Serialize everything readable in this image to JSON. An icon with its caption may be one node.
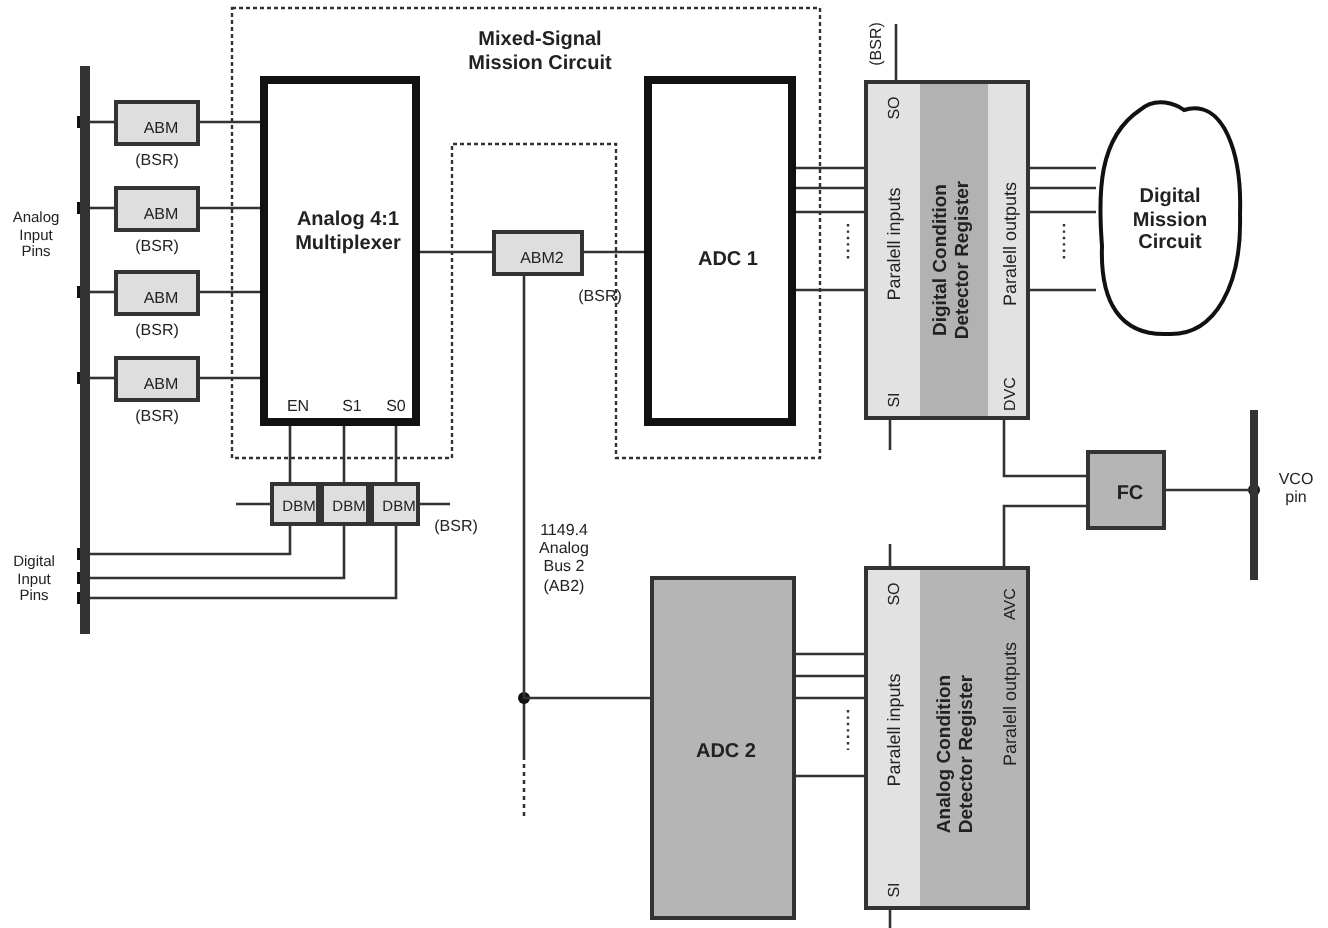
{
  "diagram": {
    "nodes": [
      {
        "text": [
          "Mixed-Signal Mission Circuit"
        ]
      },
      {
        "text": [
          "ABM"
        ],
        "beside": [
          "(BSR)"
        ]
      },
      {
        "text": [
          "ABM"
        ],
        "beside": [
          "(BSR)"
        ]
      },
      {
        "text": [
          "ABM"
        ],
        "beside": [
          "(BSR)"
        ]
      },
      {
        "text": [
          "ABM"
        ],
        "beside": [
          "(BSR)"
        ]
      },
      {
        "text": [
          "Analog 4:1 Multiplexer",
          "EN",
          "S1",
          "S0"
        ],
        "in": 0
      },
      {
        "text": [
          "ABM2"
        ],
        "beside": [
          "(BSR)"
        ]
      },
      {
        "text": [
          "ADC 1"
        ],
        "in": 0
      },
      {
        "text": [
          "Paralell inputs",
          "Digital Condition Detector Register",
          "Paralell outputs",
          "SO",
          "SI",
          "DVC"
        ],
        "beside": [
          "(BSR)"
        ]
      },
      {
        "text": [
          "Digital Mission Circuit"
        ]
      },
      {
        "text": [
          "DBM"
        ]
      },
      {
        "text": [
          "DBM"
        ]
      },
      {
        "text": [
          "DBM"
        ],
        "beside": [
          "(BSR)"
        ]
      },
      {
        "text": [
          "FC"
        ]
      },
      {
        "text": [
          "ADC 2"
        ]
      },
      {
        "text": [
          "Paralell inputs",
          "Analog Condition Detector Register",
          "Paralell outputs",
          "SO",
          "SI",
          "AVC"
        ]
      },
      {
        "text": [],
        "shape": "bar"
      },
      {
        "text": [],
        "shape": "bar"
      }
    ],
    "edges": [
      {
        "from": 16,
        "to": 1,
        "arrow": "none"
      },
      {
        "from": 16,
        "to": 2,
        "arrow": "none"
      },
      {
        "from": 16,
        "to": 3,
        "arrow": "none"
      },
      {
        "from": 16,
        "to": 4,
        "arrow": "none"
      },
      {
        "from": 1,
        "to": 5,
        "arrow": "none"
      },
      {
        "from": 2,
        "to": 5,
        "arrow": "none"
      },
      {
        "from": 3,
        "to": 5,
        "arrow": "none"
      },
      {
        "from": 4,
        "to": 5,
        "arrow": "none"
      },
      {
        "from": 5,
        "to": 6,
        "arrow": "none"
      },
      {
        "from": 6,
        "to": 7,
        "arrow": "none"
      },
      {
        "from": 6,
        "to": 14,
        "arrow": "none"
      },
      {
        "from": 7,
        "to": 8,
        "arrow": "none"
      },
      {
        "from": 7,
        "to": 8,
        "arrow": "none"
      },
      {
        "from": 7,
        "to": 8,
        "arrow": "none"
      },
      {
        "from": 7,
        "to": 8,
        "arrow": "none"
      },
      {
        "from": 8,
        "to": 9,
        "arrow": "none"
      },
      {
        "from": 8,
        "to": 9,
        "arrow": "none"
      },
      {
        "from": 8,
        "to": 9,
        "arrow": "none"
      },
      {
        "from": 8,
        "to": 9,
        "arrow": "none"
      },
      {
        "from": 5,
        "to": 10,
        "arrow": "none"
      },
      {
        "from": 5,
        "to": 11,
        "arrow": "none"
      },
      {
        "from": 5,
        "to": 12,
        "arrow": "none"
      },
      {
        "from": 10,
        "to": 16,
        "arrow": "none"
      },
      {
        "from": 11,
        "to": 16,
        "arrow": "none"
      },
      {
        "from": 12,
        "to": 16,
        "arrow": "none"
      },
      {
        "from": 8,
        "to": 13,
        "arrow": "none"
      },
      {
        "from": 15,
        "to": 13,
        "arrow": "none"
      },
      {
        "from": 13,
        "to": 17,
        "arrow": "none"
      },
      {
        "from": 14,
        "to": 15,
        "arrow": "none"
      },
      {
        "from": 14,
        "to": 15,
        "arrow": "none"
      },
      {
        "from": 14,
        "to": 15,
        "arrow": "none"
      },
      {
        "from": 14,
        "to": 15,
        "arrow": "none"
      }
    ],
    "labels": [
      "Analog Input Pins",
      "Digital Input Pins",
      "1149.4 Analog Bus 2 (AB2)",
      "VCO pin"
    ]
  }
}
